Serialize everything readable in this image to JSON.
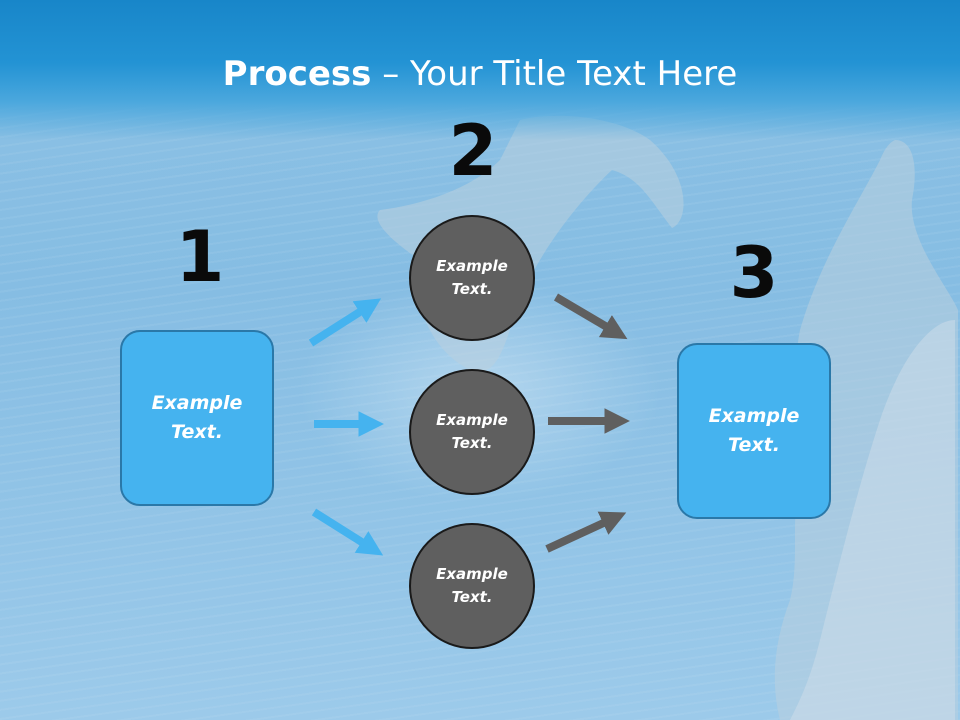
{
  "title": {
    "bold": "Process",
    "dash": " – ",
    "rest": "Your Title Text Here"
  },
  "steps": {
    "one": {
      "number": "1",
      "box_text": "Example Text."
    },
    "two": {
      "number": "2",
      "circles": [
        {
          "text": "Example Text."
        },
        {
          "text": "Example Text."
        },
        {
          "text": "Example Text."
        }
      ]
    },
    "three": {
      "number": "3",
      "box_text": "Example Text."
    }
  },
  "colors": {
    "box_fill": "#45b3ef",
    "circle_fill": "#5f5f5f",
    "blue_arrow": "#45b3ef",
    "gray_arrow": "#5f5f5f",
    "header": "#1886c9"
  }
}
